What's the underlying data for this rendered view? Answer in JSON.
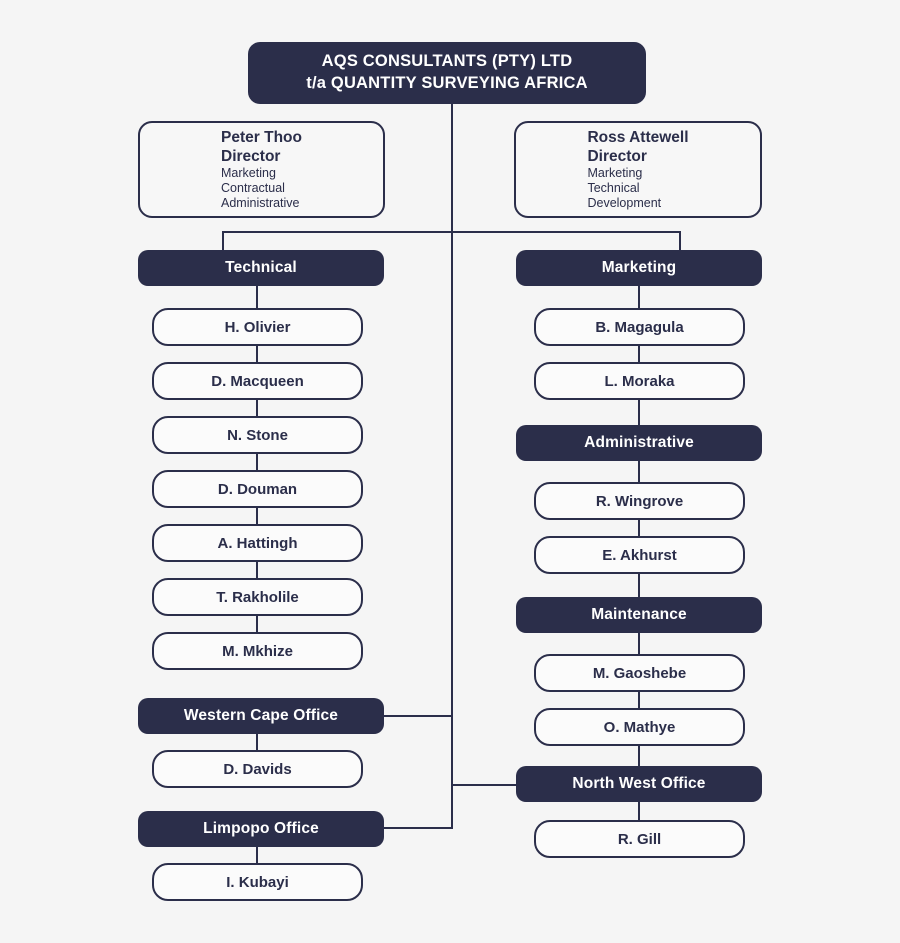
{
  "meta": {
    "colors": {
      "background": "#f5f5f5",
      "navy": "#2b2e4a",
      "box_fill": "#fbfbfb",
      "header_text": "#ffffff"
    }
  },
  "root": {
    "line1": "AQS CONSULTANTS (PTY) LTD",
    "line2": "t/a QUANTITY SURVEYING AFRICA"
  },
  "directors": [
    {
      "name": "Peter Thoo",
      "role": "Director",
      "responsibilities": [
        "Marketing",
        "Contractual",
        "Administrative"
      ]
    },
    {
      "name": "Ross Attewell",
      "role": "Director",
      "responsibilities": [
        "Marketing",
        "Technical",
        "Development"
      ]
    }
  ],
  "left_column": [
    {
      "type": "header",
      "label": "Technical"
    },
    {
      "type": "person",
      "label": "H. Olivier"
    },
    {
      "type": "person",
      "label": "D. Macqueen"
    },
    {
      "type": "person",
      "label": "N. Stone"
    },
    {
      "type": "person",
      "label": "D. Douman"
    },
    {
      "type": "person",
      "label": "A. Hattingh"
    },
    {
      "type": "person",
      "label": "T. Rakholile"
    },
    {
      "type": "person",
      "label": "M. Mkhize"
    },
    {
      "type": "header",
      "label": "Western Cape Office"
    },
    {
      "type": "person",
      "label": "D. Davids"
    },
    {
      "type": "header",
      "label": "Limpopo Office"
    },
    {
      "type": "person",
      "label": "I. Kubayi"
    }
  ],
  "right_column": [
    {
      "type": "header",
      "label": "Marketing"
    },
    {
      "type": "person",
      "label": "B. Magagula"
    },
    {
      "type": "person",
      "label": "L. Moraka"
    },
    {
      "type": "header",
      "label": "Administrative"
    },
    {
      "type": "person",
      "label": "R. Wingrove"
    },
    {
      "type": "person",
      "label": "E. Akhurst"
    },
    {
      "type": "header",
      "label": "Maintenance"
    },
    {
      "type": "person",
      "label": "M. Gaoshebe"
    },
    {
      "type": "person",
      "label": "O. Mathye"
    },
    {
      "type": "header",
      "label": "North West Office"
    },
    {
      "type": "person",
      "label": "R. Gill"
    }
  ]
}
